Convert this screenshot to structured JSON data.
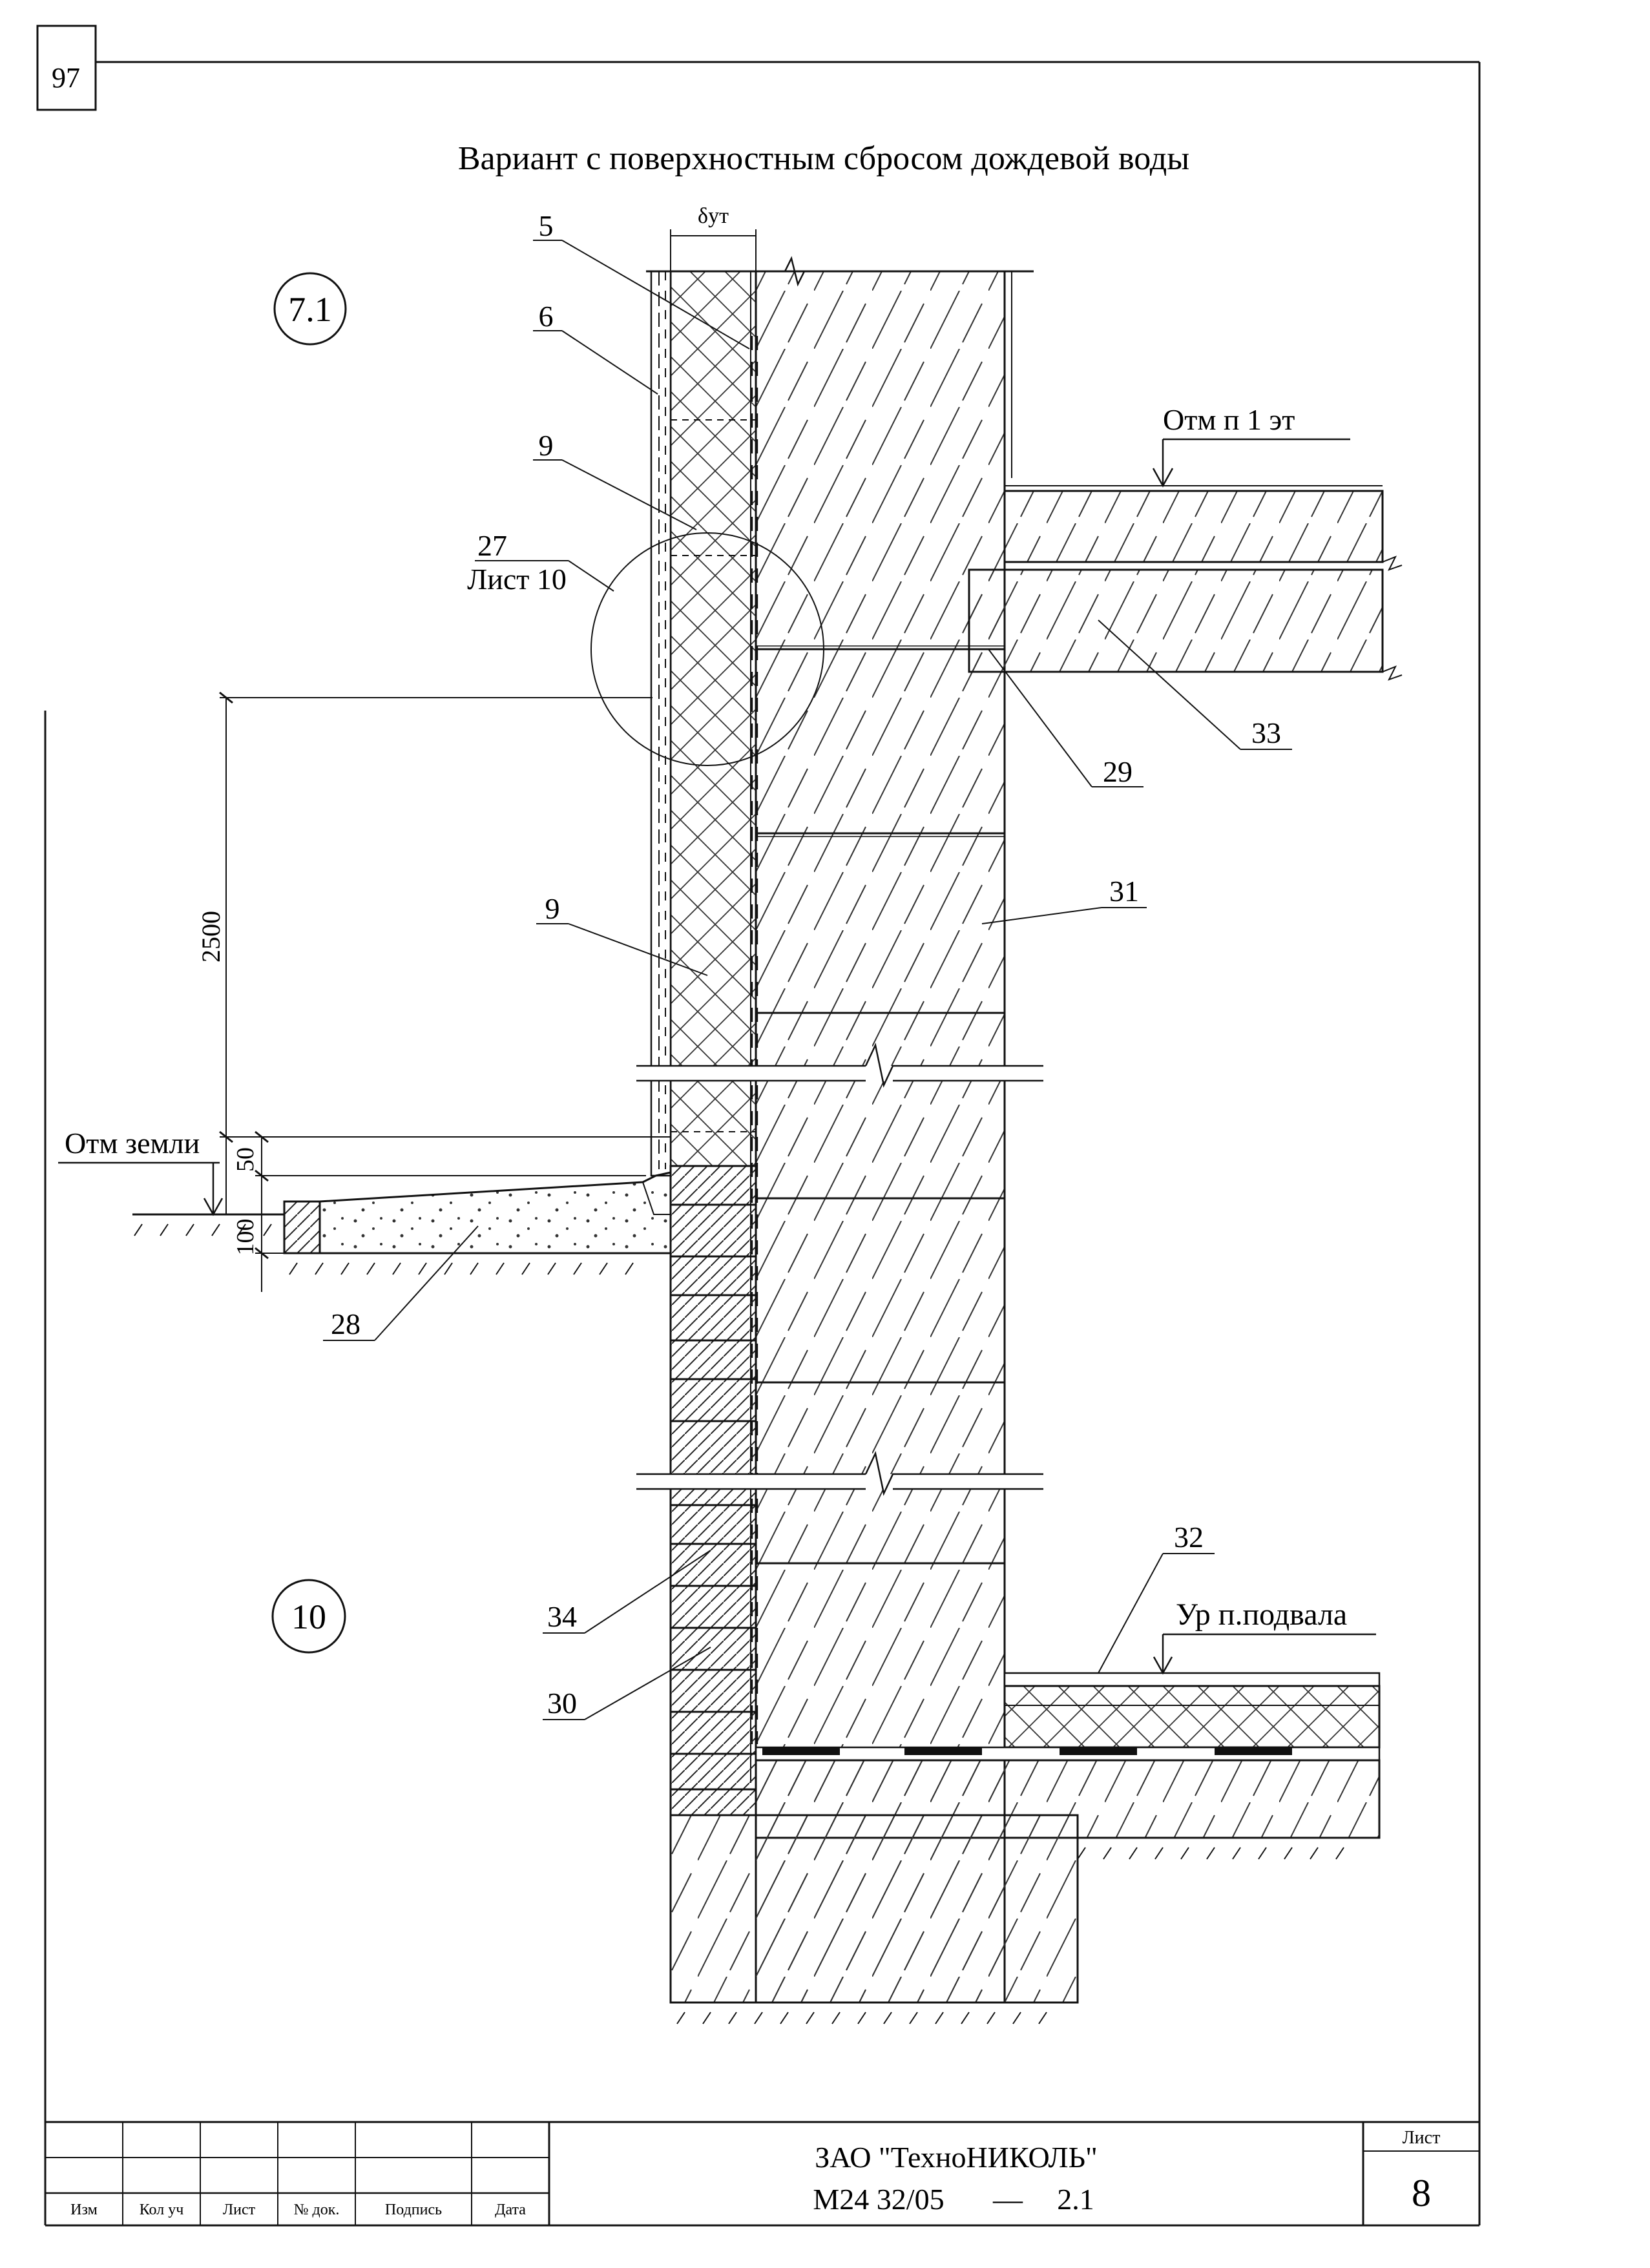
{
  "page_number": "97",
  "title": "Вариант с поверхностным сбросом дождевой воды",
  "thickness_symbol": "δут",
  "node_callouts": {
    "top": "7.1",
    "bottom": "10"
  },
  "levels": {
    "floor_1": "Отм п 1 эт",
    "ground": "Отм земли",
    "basement": "Ур п.подвала"
  },
  "dimensions": {
    "d2500": "2500",
    "d50": "50",
    "d100": "100"
  },
  "leaders": {
    "l5": "5",
    "l6": "6",
    "l9a": "9",
    "l27": "27",
    "l27_ref": "Лист 10",
    "l9b": "9",
    "l28": "28",
    "l29": "29",
    "l31": "31",
    "l32": "32",
    "l33": "33",
    "l34": "34",
    "l30": "30"
  },
  "title_block": {
    "headers": [
      "Изм",
      "Кол уч",
      "Лист",
      "№ док.",
      "Подпись",
      "Дата"
    ],
    "company": "ЗАО \"ТехноНИКОЛЬ\"",
    "code": "М24 32/05",
    "dash": "—",
    "variant": "2.1",
    "sheet_label": "Лист",
    "sheet_number": "8"
  }
}
